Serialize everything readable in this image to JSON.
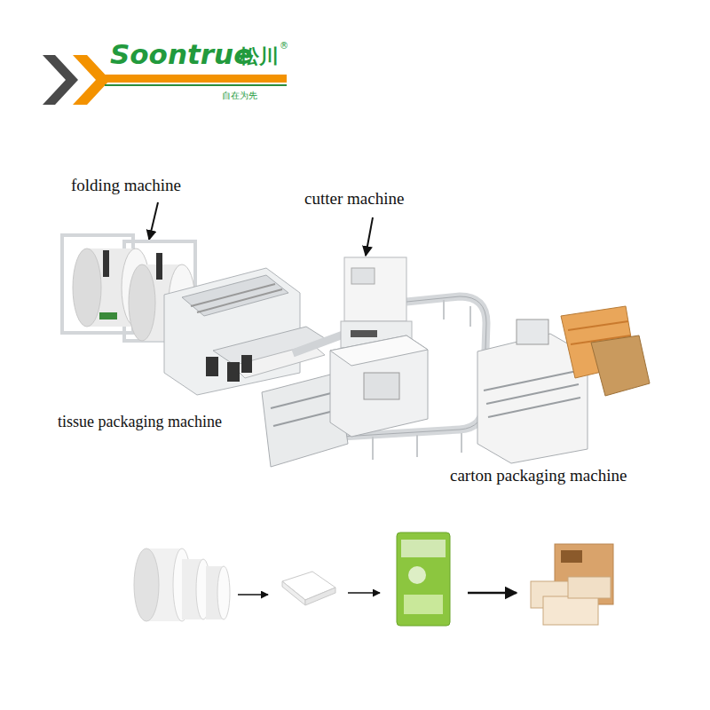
{
  "diagram": {
    "labels": [
      "Soontrue",
      "松川",
      "®",
      "自在为先",
      "folding machine",
      "cutter machine",
      "tissue packaging machine",
      "carton packaging machine"
    ]
  }
}
